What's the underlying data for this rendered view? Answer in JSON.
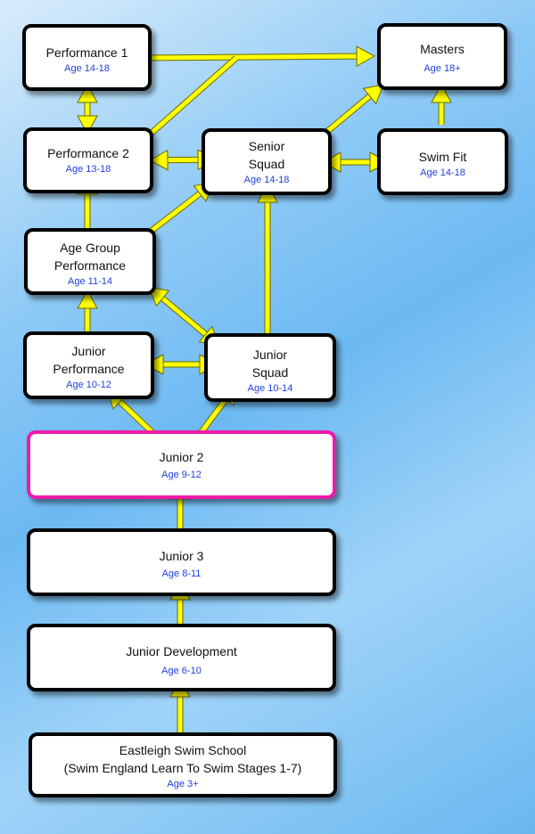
{
  "nodes": {
    "perf1": {
      "name": "Performance 1",
      "age": "Age 14-18"
    },
    "masters": {
      "name": "Masters",
      "age": "Age 18+"
    },
    "perf2": {
      "name": "Performance 2",
      "age": "Age 13-18"
    },
    "senior": {
      "name": "Senior\nSquad",
      "age": "Age 14-18"
    },
    "swimfit": {
      "name": "Swim Fit",
      "age": "Age 14-18"
    },
    "agegroup": {
      "name": "Age Group\nPerformance",
      "age": "Age 11-14"
    },
    "jrperf": {
      "name": "Junior\nPerformance",
      "age": "Age 10-12"
    },
    "jrsquad": {
      "name": "Junior\nSquad",
      "age": "Age 10-14"
    },
    "jr2": {
      "name": "Junior 2",
      "age": "Age 9-12"
    },
    "jr3": {
      "name": "Junior 3",
      "age": "Age 8-11"
    },
    "jrdev": {
      "name": "Junior Development",
      "age": "Age 6-10"
    },
    "school": {
      "name": "Eastleigh Swim School\n(Swim England Learn To Swim Stages 1-7)",
      "age": "Age 3+"
    }
  },
  "colors": {
    "arrow": "#ffff00",
    "arrow_outline": "#6b6b00",
    "highlight_border": "#ee1aa8",
    "age_text": "#1f3fd9"
  }
}
